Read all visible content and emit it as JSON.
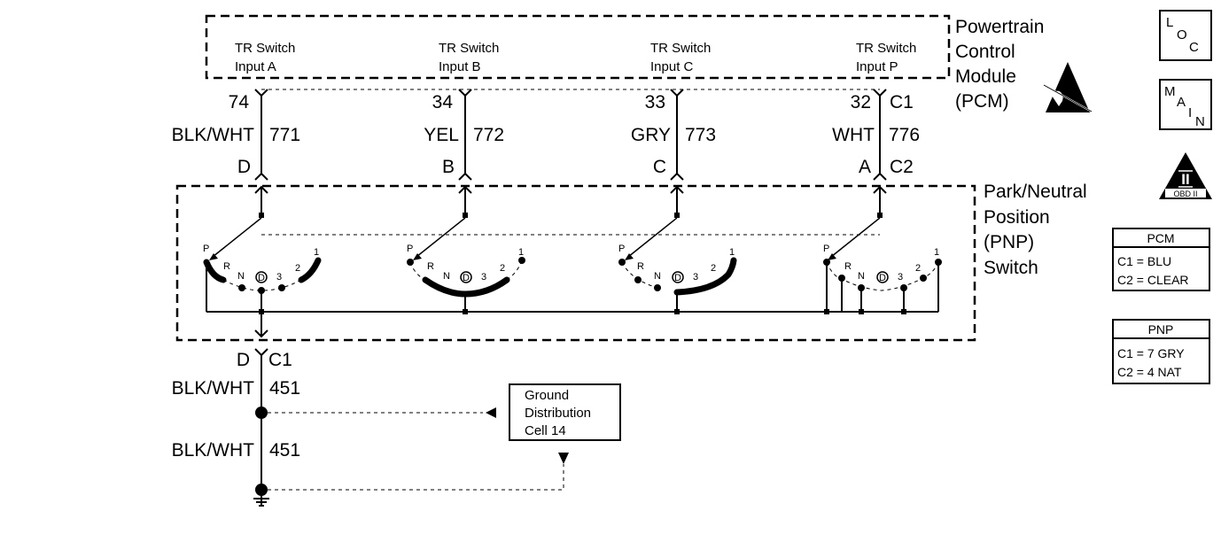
{
  "pcm": {
    "title_lines": [
      "Powertrain",
      "Control",
      "Module",
      "(PCM)"
    ],
    "inputs": [
      {
        "line1": "TR Switch",
        "line2": "Input A"
      },
      {
        "line1": "TR Switch",
        "line2": "Input B"
      },
      {
        "line1": "TR Switch",
        "line2": "Input C"
      },
      {
        "line1": "TR Switch",
        "line2": "Input P"
      }
    ],
    "connector_label": "C1"
  },
  "circuits": [
    {
      "pin": "74",
      "color": "BLK/WHT",
      "circuit": "771",
      "pnp_pin": "D"
    },
    {
      "pin": "34",
      "color": "YEL",
      "circuit": "772",
      "pnp_pin": "B"
    },
    {
      "pin": "33",
      "color": "GRY",
      "circuit": "773",
      "pnp_pin": "C"
    },
    {
      "pin": "32",
      "color": "WHT",
      "circuit": "776",
      "pnp_pin": "A"
    }
  ],
  "pnp_connector_label": "C2",
  "pnp": {
    "title_lines": [
      "Park/Neutral",
      "Position",
      "(PNP)",
      "Switch"
    ],
    "positions": [
      "P",
      "R",
      "N",
      "D",
      "3",
      "2",
      "1"
    ]
  },
  "ground": {
    "pin": "D",
    "connector": "C1",
    "color1": "BLK/WHT",
    "circuit1": "451",
    "color2": "BLK/WHT",
    "circuit2": "451",
    "ref_lines": [
      "Ground",
      "Distribution",
      "Cell 14"
    ]
  },
  "legend": {
    "loc": [
      "L",
      "O",
      "C"
    ],
    "main": [
      "M",
      "A",
      "I",
      "N"
    ],
    "obd_numeral": "II",
    "obd_label": "OBD II",
    "pcm_table": {
      "title": "PCM",
      "rows": [
        "C1 = BLU",
        "C2 = CLEAR"
      ]
    },
    "pnp_table": {
      "title": "PNP",
      "rows": [
        "C1 = 7 GRY",
        "C2 = 4 NAT"
      ]
    }
  }
}
